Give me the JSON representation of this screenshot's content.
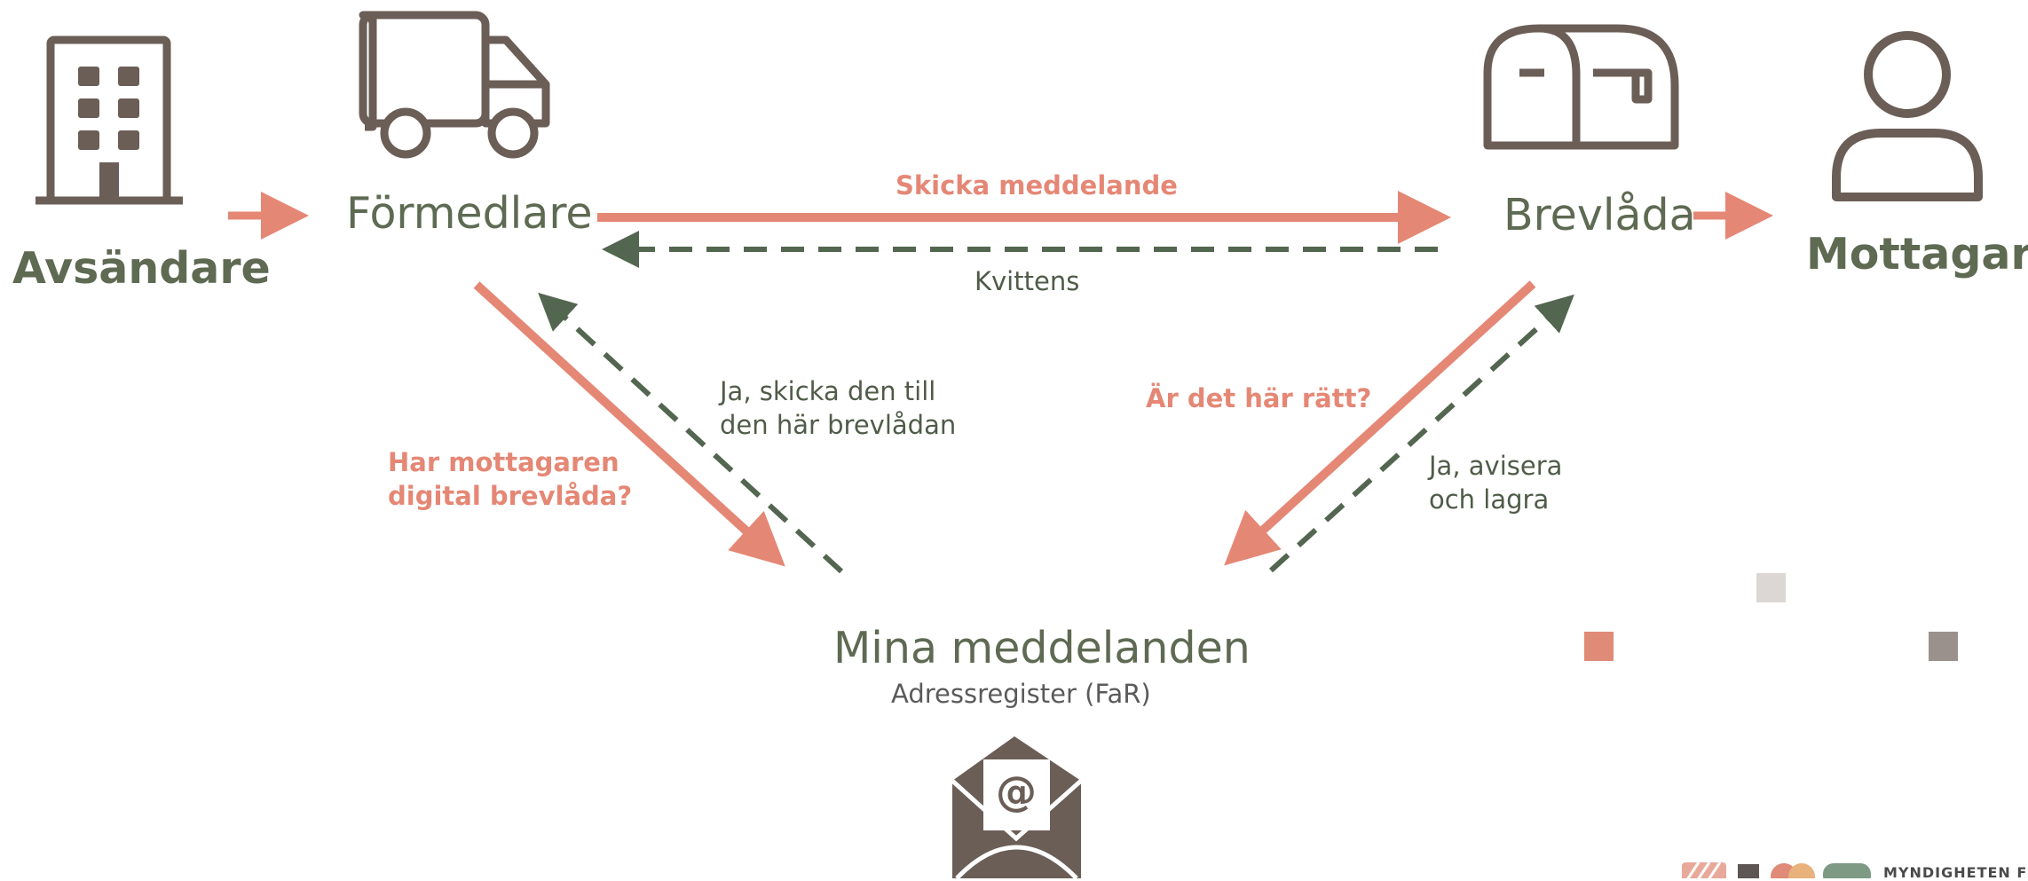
{
  "colors": {
    "icon": "#6b5e57",
    "request_arrow": "#e58775",
    "response_arrow": "#536650",
    "label_green": "#5e6a52",
    "square_light": "#dcd7d5",
    "square_salmon": "#e08a78",
    "square_gray": "#9a918d"
  },
  "nodes": {
    "sender": {
      "label": "Avsändare",
      "icon": "building-icon"
    },
    "intermediary": {
      "label": "Förmedlare",
      "icon": "truck-icon"
    },
    "mailbox": {
      "label": "Brevlåda",
      "icon": "mailbox-icon"
    },
    "recipient": {
      "label": "Mottagare",
      "icon": "person-icon"
    },
    "registry": {
      "title": "Mina meddelanden",
      "subtitle": "Adressregister (FaR)",
      "icon": "email-envelope-icon"
    }
  },
  "edges": {
    "send_message": "Skicka meddelande",
    "receipt": "Kvittens",
    "has_digital_mailbox": [
      "Har mottagaren",
      "digital brevlåda?"
    ],
    "send_to_this_mailbox": [
      "Ja, skicka den till",
      "den här brevlådan"
    ],
    "is_this_right": "Är det här rätt?",
    "notify_and_store": [
      "Ja, avisera",
      "och lagra"
    ]
  },
  "footer": {
    "logo_text": "MYNDIGHETEN F"
  }
}
